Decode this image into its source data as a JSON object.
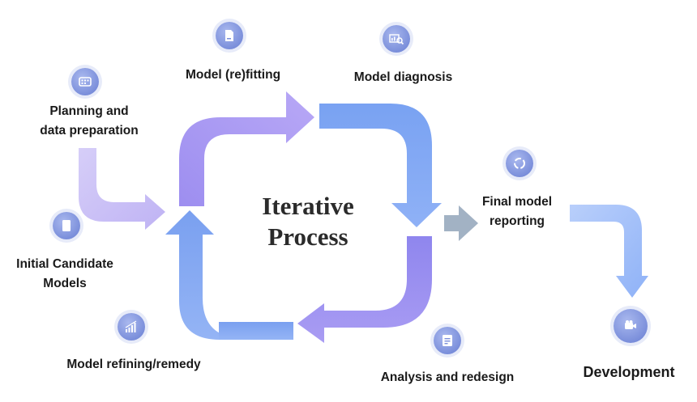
{
  "diagram": {
    "center_title_line1": "Iterative",
    "center_title_line2": "Process",
    "steps": {
      "planning": {
        "line1": "Planning and",
        "line2": "data preparation"
      },
      "initial": {
        "line1": "Initial Candidate",
        "line2": "Models"
      },
      "fitting": {
        "label": "Model (re)fitting"
      },
      "diagnosis": {
        "label": "Model diagnosis"
      },
      "final": {
        "line1": "Final model",
        "line2": "reporting"
      },
      "analysis": {
        "label": "Analysis and redesign"
      },
      "refining": {
        "label": "Model refining/remedy"
      },
      "development": {
        "label": "Development"
      }
    },
    "colors": {
      "loop_purple": "#a394ee",
      "loop_blue": "#7fa3f0",
      "planning_arrow": "#c9c0f5",
      "final_arrow": "#9fb1c4",
      "development_arrow": "#a9c4fa",
      "icon": "#7b8fdb"
    }
  }
}
